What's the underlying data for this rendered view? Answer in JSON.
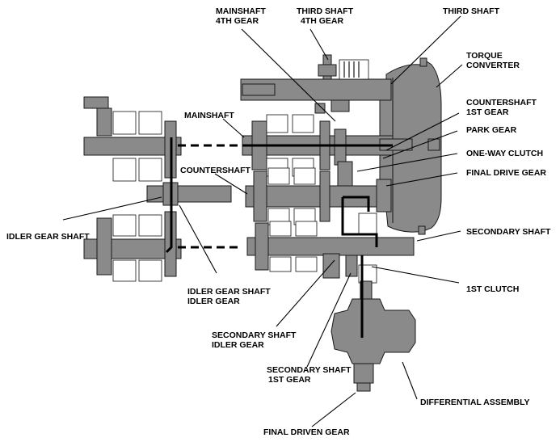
{
  "labels": {
    "mainshaft_4th_gear": [
      "MAINSHAFT",
      "4TH GEAR"
    ],
    "third_shaft_4th_gear": [
      "THIRD SHAFT",
      "4TH GEAR"
    ],
    "third_shaft": "THIRD SHAFT",
    "torque_converter": [
      "TORQUE",
      "CONVERTER"
    ],
    "mainshaft": "MAINSHAFT",
    "countershaft_1st_gear": [
      "COUNTERSHAFT",
      "1ST GEAR"
    ],
    "park_gear": "PARK GEAR",
    "one_way_clutch": "ONE-WAY CLUTCH",
    "countershaft": "COUNTERSHAFT",
    "final_drive_gear": "FINAL DRIVE GEAR",
    "idler_gear_shaft": "IDLER GEAR SHAFT",
    "secondary_shaft": "SECONDARY SHAFT",
    "idler_gear_shaft_idler_gear": [
      "IDLER GEAR SHAFT",
      "IDLER GEAR"
    ],
    "first_clutch": "1ST CLUTCH",
    "secondary_shaft_idler_gear": [
      "SECONDARY SHAFT",
      "IDLER GEAR"
    ],
    "secondary_shaft_1st_gear": [
      "SECONDARY SHAFT",
      "1ST GEAR"
    ],
    "differential_assembly": "DIFFERENTIAL ASSEMBLY",
    "final_driven_gear": "FINAL DRIVEN GEAR"
  }
}
